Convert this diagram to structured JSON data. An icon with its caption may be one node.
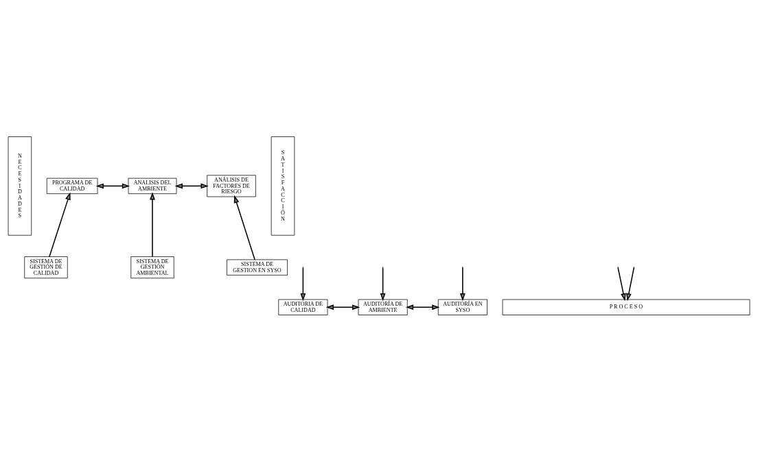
{
  "diagram": {
    "nodes": [
      {
        "text": [
          "N E C E S I D A D E S"
        ]
      },
      {
        "text": [
          "SISTEMA DE GESTIÓN DE CALIDAD"
        ]
      },
      {
        "text": [
          "SISTEMA DE GESTIÓN AMBIENTAL"
        ]
      },
      {
        "text": [
          "SISTEMA DE GESTION EN SYSO"
        ]
      },
      {
        "text": [
          "S A T I S F A C C I Ó N"
        ]
      },
      {
        "text": [
          "PROGRAMA DE CALIDAD"
        ]
      },
      {
        "text": [
          "ANALISIS DEL AMBIENTE"
        ]
      },
      {
        "text": [
          "ANÁLISIS DE FACTORES DE RIESGO"
        ]
      },
      {
        "text": [
          "AUDITORIA DE CALIDAD"
        ]
      },
      {
        "text": [
          "AUDITORÍA DE AMBIENTE"
        ]
      },
      {
        "text": [
          "AUDITORÍA EN SYSO"
        ]
      },
      {
        "text": [
          "P R O C E S O"
        ]
      }
    ],
    "edges": [
      {
        "from": 1,
        "to": 5,
        "arrow": "to"
      },
      {
        "from": 2,
        "to": 6,
        "arrow": "to"
      },
      {
        "from": 3,
        "to": 7,
        "arrow": "to"
      },
      {
        "from": 5,
        "to": 6,
        "arrow": "both"
      },
      {
        "from": 6,
        "to": 7,
        "arrow": "both"
      },
      {
        "from": null,
        "to": 8,
        "arrow": "to"
      },
      {
        "from": null,
        "to": 9,
        "arrow": "to"
      },
      {
        "from": null,
        "to": 10,
        "arrow": "to"
      },
      {
        "from": 8,
        "to": 9,
        "arrow": "both"
      },
      {
        "from": 9,
        "to": 10,
        "arrow": "both"
      },
      {
        "from": null,
        "to": 11,
        "arrow": "to"
      },
      {
        "from": null,
        "to": 11,
        "arrow": "to"
      }
    ]
  }
}
